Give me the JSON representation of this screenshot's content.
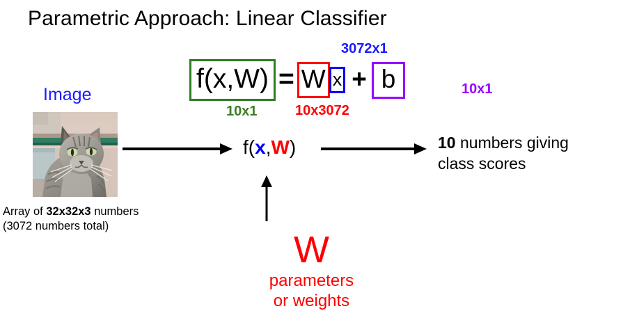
{
  "slide": {
    "title": "Parametric Approach: Linear Classifier"
  },
  "image_block": {
    "label": "Image",
    "thumbnail_icon": "cat-photo",
    "caption_line1_prefix": "Array of ",
    "caption_line1_bold": "32x32x3",
    "caption_line1_suffix": " numbers",
    "caption_line2": "(3072 numbers total)"
  },
  "equation": {
    "fxw": "f(x,W)",
    "equals": "=",
    "W": "W",
    "x": "x",
    "plus": "+",
    "b": "b",
    "dims": {
      "fxw": "10x1",
      "W": "10x3072",
      "x": "3072x1",
      "b": "10x1"
    },
    "colors": {
      "fxw_box": "#2e7d23",
      "W_box": "#ff0000",
      "x_box": "#0000ff",
      "b_box": "#9900ff",
      "fxw_dim": "#3a7d22",
      "W_dim": "#ff0000",
      "x_dim": "#1a1aff",
      "b_dim": "#9900ff"
    }
  },
  "flow": {
    "function_prefix": "f(",
    "function_x": "x",
    "function_comma": ",",
    "function_W": "W",
    "function_suffix": ")",
    "arrow_left_icon": "arrow-right-icon",
    "arrow_right_icon": "arrow-right-icon",
    "arrow_up_icon": "arrow-up-icon",
    "output_bold": "10",
    "output_line1_rest": " numbers giving",
    "output_line2": "class scores"
  },
  "weights": {
    "symbol": "W",
    "sub_line1": "parameters",
    "sub_line2": "or weights",
    "color": "#ff0000"
  }
}
